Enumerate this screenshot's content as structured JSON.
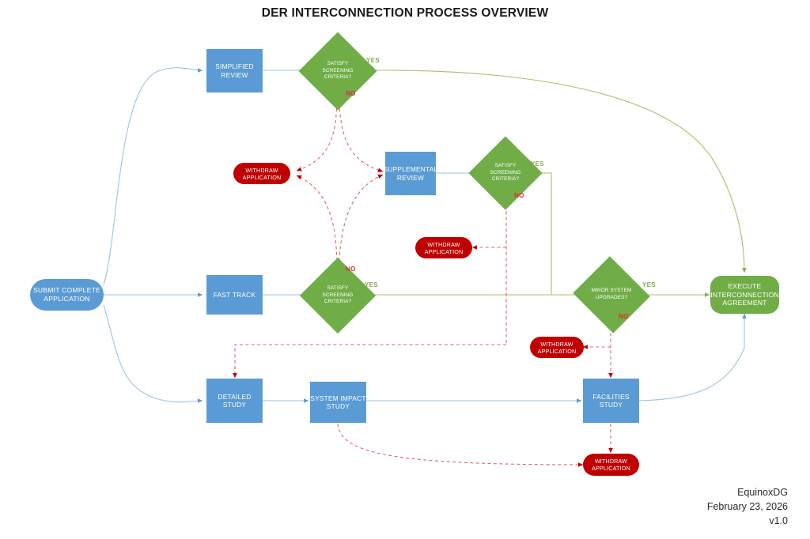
{
  "title": "DER INTERCONNECTION PROCESS OVERVIEW",
  "nodes": {
    "start": "SUBMIT COMPLETE\nAPPLICATION",
    "simplified_review": "SIMPLIFIED\nREVIEW",
    "screening_1": "SATISFY\nSCREENING\nCRITERIA?",
    "withdraw_1": "WITHDRAW\nAPPLICATION",
    "supplemental_review": "SUPPLEMENTAL\nREVIEW",
    "screening_2": "SATISFY\nSCREENING\nCRITERIA?",
    "withdraw_2": "WITHDRAW\nAPPLICATION",
    "fast_track": "FAST TRACK",
    "screening_3": "SATISFY\nSCREENING\nCRITERIA?",
    "minor_upgrades": "MINOR SYSTEM\nUPGRADES?",
    "withdraw_3": "WITHDRAW\nAPPLICATION",
    "execute": "EXECUTE\nINTERCONNECTION\nAGREEMENT",
    "detailed_study": "DETAILED\nSTUDY",
    "system_impact_study": "SYSTEM IMPACT\nSTUDY",
    "facilities_study": "FACILITIES STUDY",
    "withdraw_4": "WITHDRAW\nAPPLICATION"
  },
  "edge_labels": {
    "yes_1": "YES",
    "no_1": "NO",
    "yes_2": "YES",
    "no_2": "NO",
    "yes_3": "YES",
    "no_3": "NO",
    "yes_4": "YES",
    "no_4": "NO"
  },
  "colors": {
    "process_blue": "#5B9BD5",
    "decision_green": "#70AD47",
    "withdraw_red": "#C00000",
    "yes_path": "#A9BF6B",
    "no_path": "#E06666",
    "flow_blue": "#9DC3E6"
  },
  "footer": {
    "company": "EquinoxDG",
    "date": "February 23, 2026",
    "version": "v1.0"
  }
}
